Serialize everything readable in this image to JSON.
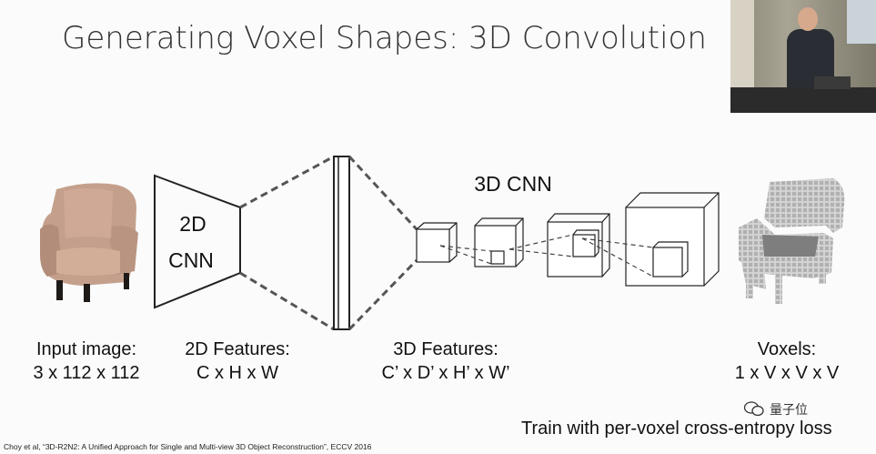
{
  "title": "Generating Voxel Shapes: 3D Convolution",
  "labels": {
    "cnn2d_line1": "2D",
    "cnn2d_line2": "CNN",
    "cnn3d": "3D CNN"
  },
  "captions": {
    "input_line1": "Input image:",
    "input_line2": "3 x 112 x 112",
    "features2d_line1": "2D Features:",
    "features2d_line2": "C x H x W",
    "features3d_line1": "3D Features:",
    "features3d_line2": "C’ x D’ x H’ x W’",
    "voxels_line1": "Voxels:",
    "voxels_line2": "1 x V x V x V"
  },
  "train_note": "Train with per-voxel cross-entropy loss",
  "citation": "Choy et al, “3D-R2N2: A Unified Approach for Single and Multi-view 3D Object Reconstruction”, ECCV 2016",
  "watermark": "量子位",
  "colors": {
    "background": "#fbfbfb",
    "chair": "#c4a08c",
    "voxel_chair": "#b5b5b5",
    "lines": "#222222"
  }
}
